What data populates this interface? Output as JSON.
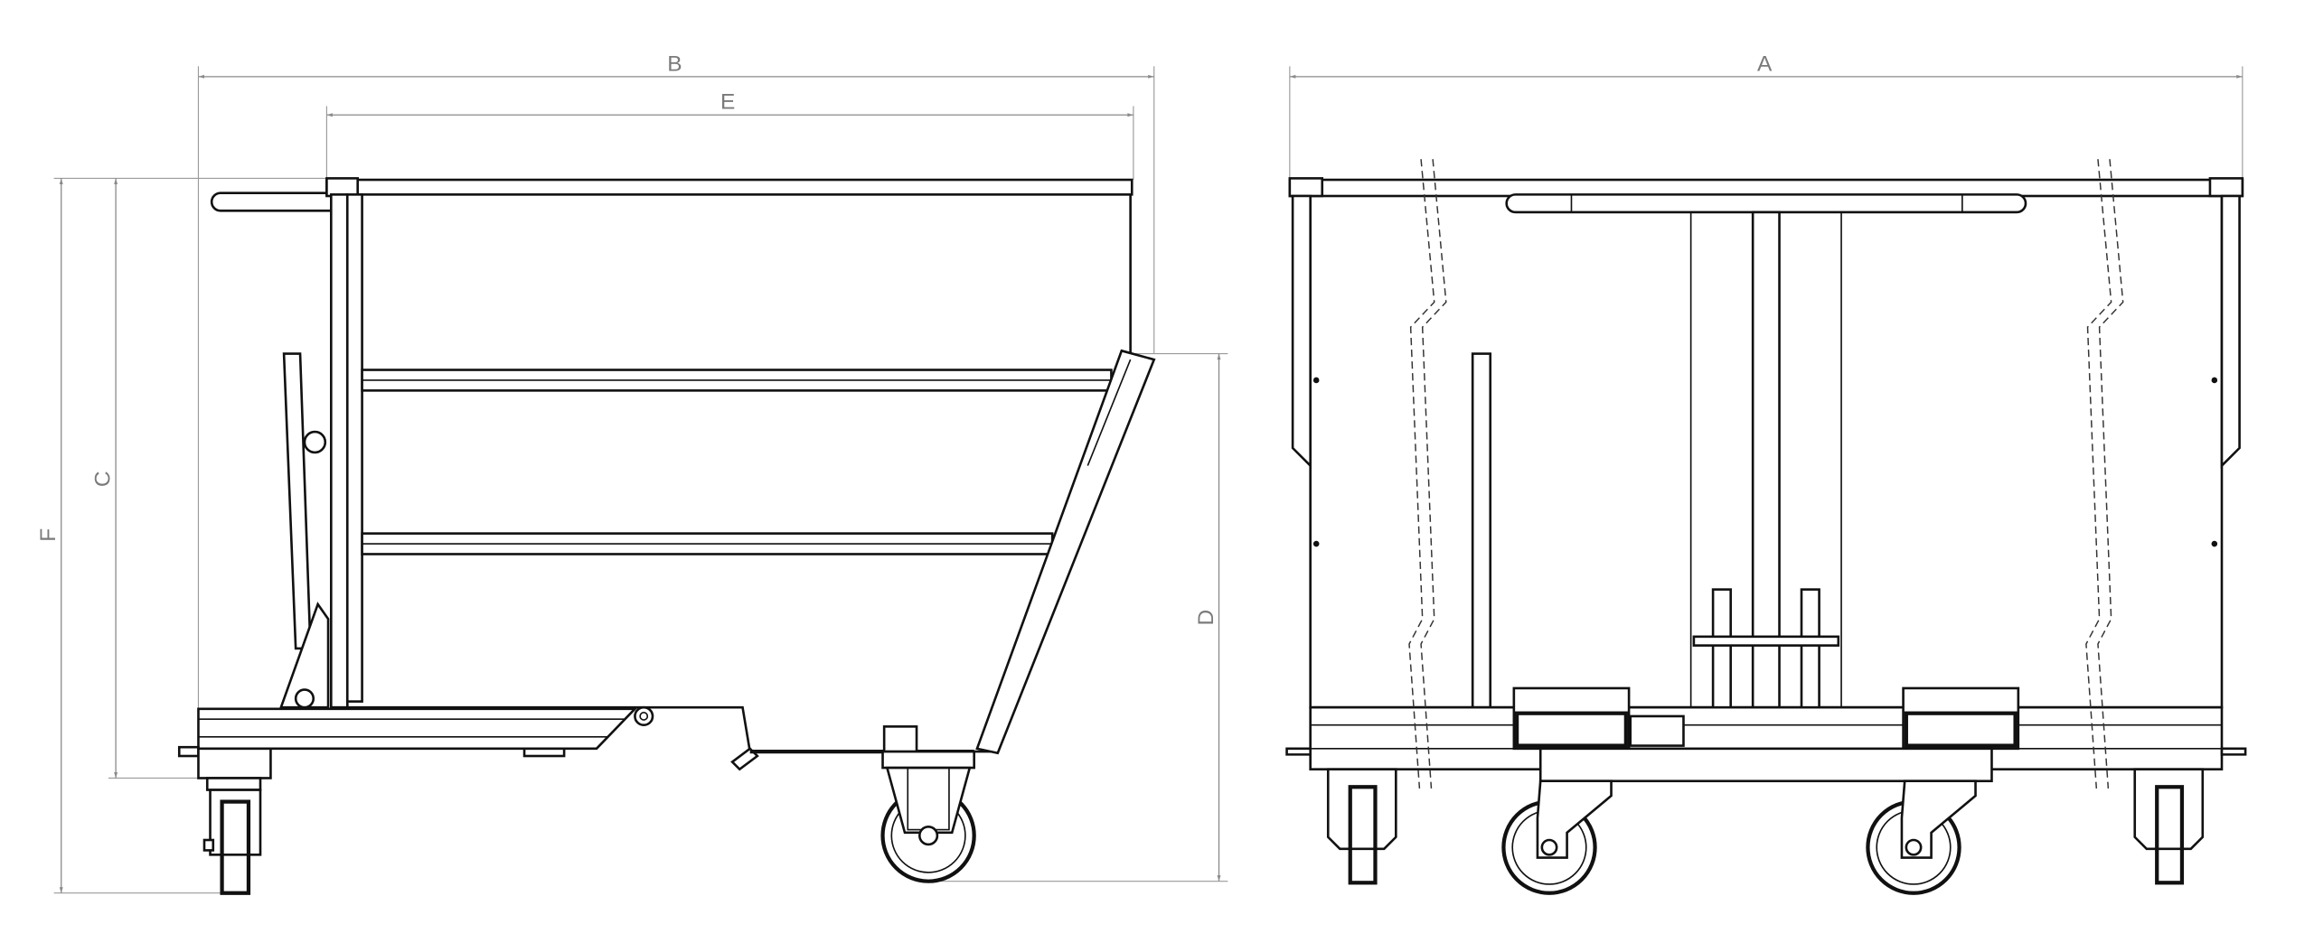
{
  "drawing": {
    "side_view": {
      "dimensions": {
        "length_overall": "B",
        "body_length": "E",
        "total_height": "F",
        "body_height": "C",
        "front_height": "D"
      }
    },
    "front_view": {
      "dimensions": {
        "width_overall": "A"
      }
    },
    "colors": {
      "line": "#111111",
      "dimension": "#8a8a8a"
    }
  }
}
